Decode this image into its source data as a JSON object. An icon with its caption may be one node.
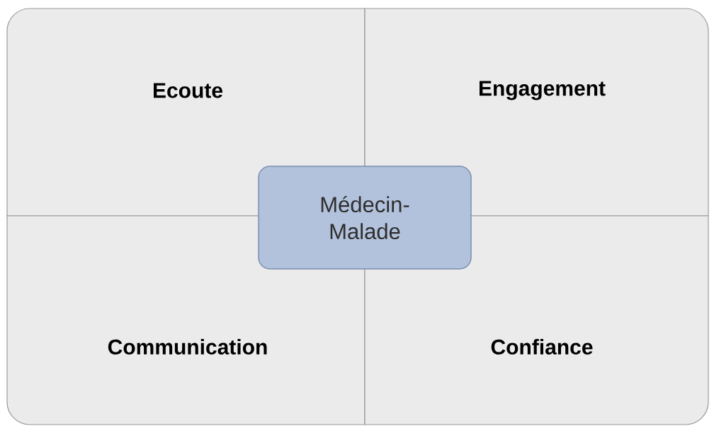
{
  "diagram": {
    "nodes": [
      {
        "text": [
          "Ecoute"
        ]
      },
      {
        "text": [
          "Engagement"
        ]
      },
      {
        "text": [
          "Communication"
        ]
      },
      {
        "text": [
          "Confiance"
        ]
      },
      {
        "text": [
          "Médecin-Malade"
        ]
      }
    ]
  }
}
